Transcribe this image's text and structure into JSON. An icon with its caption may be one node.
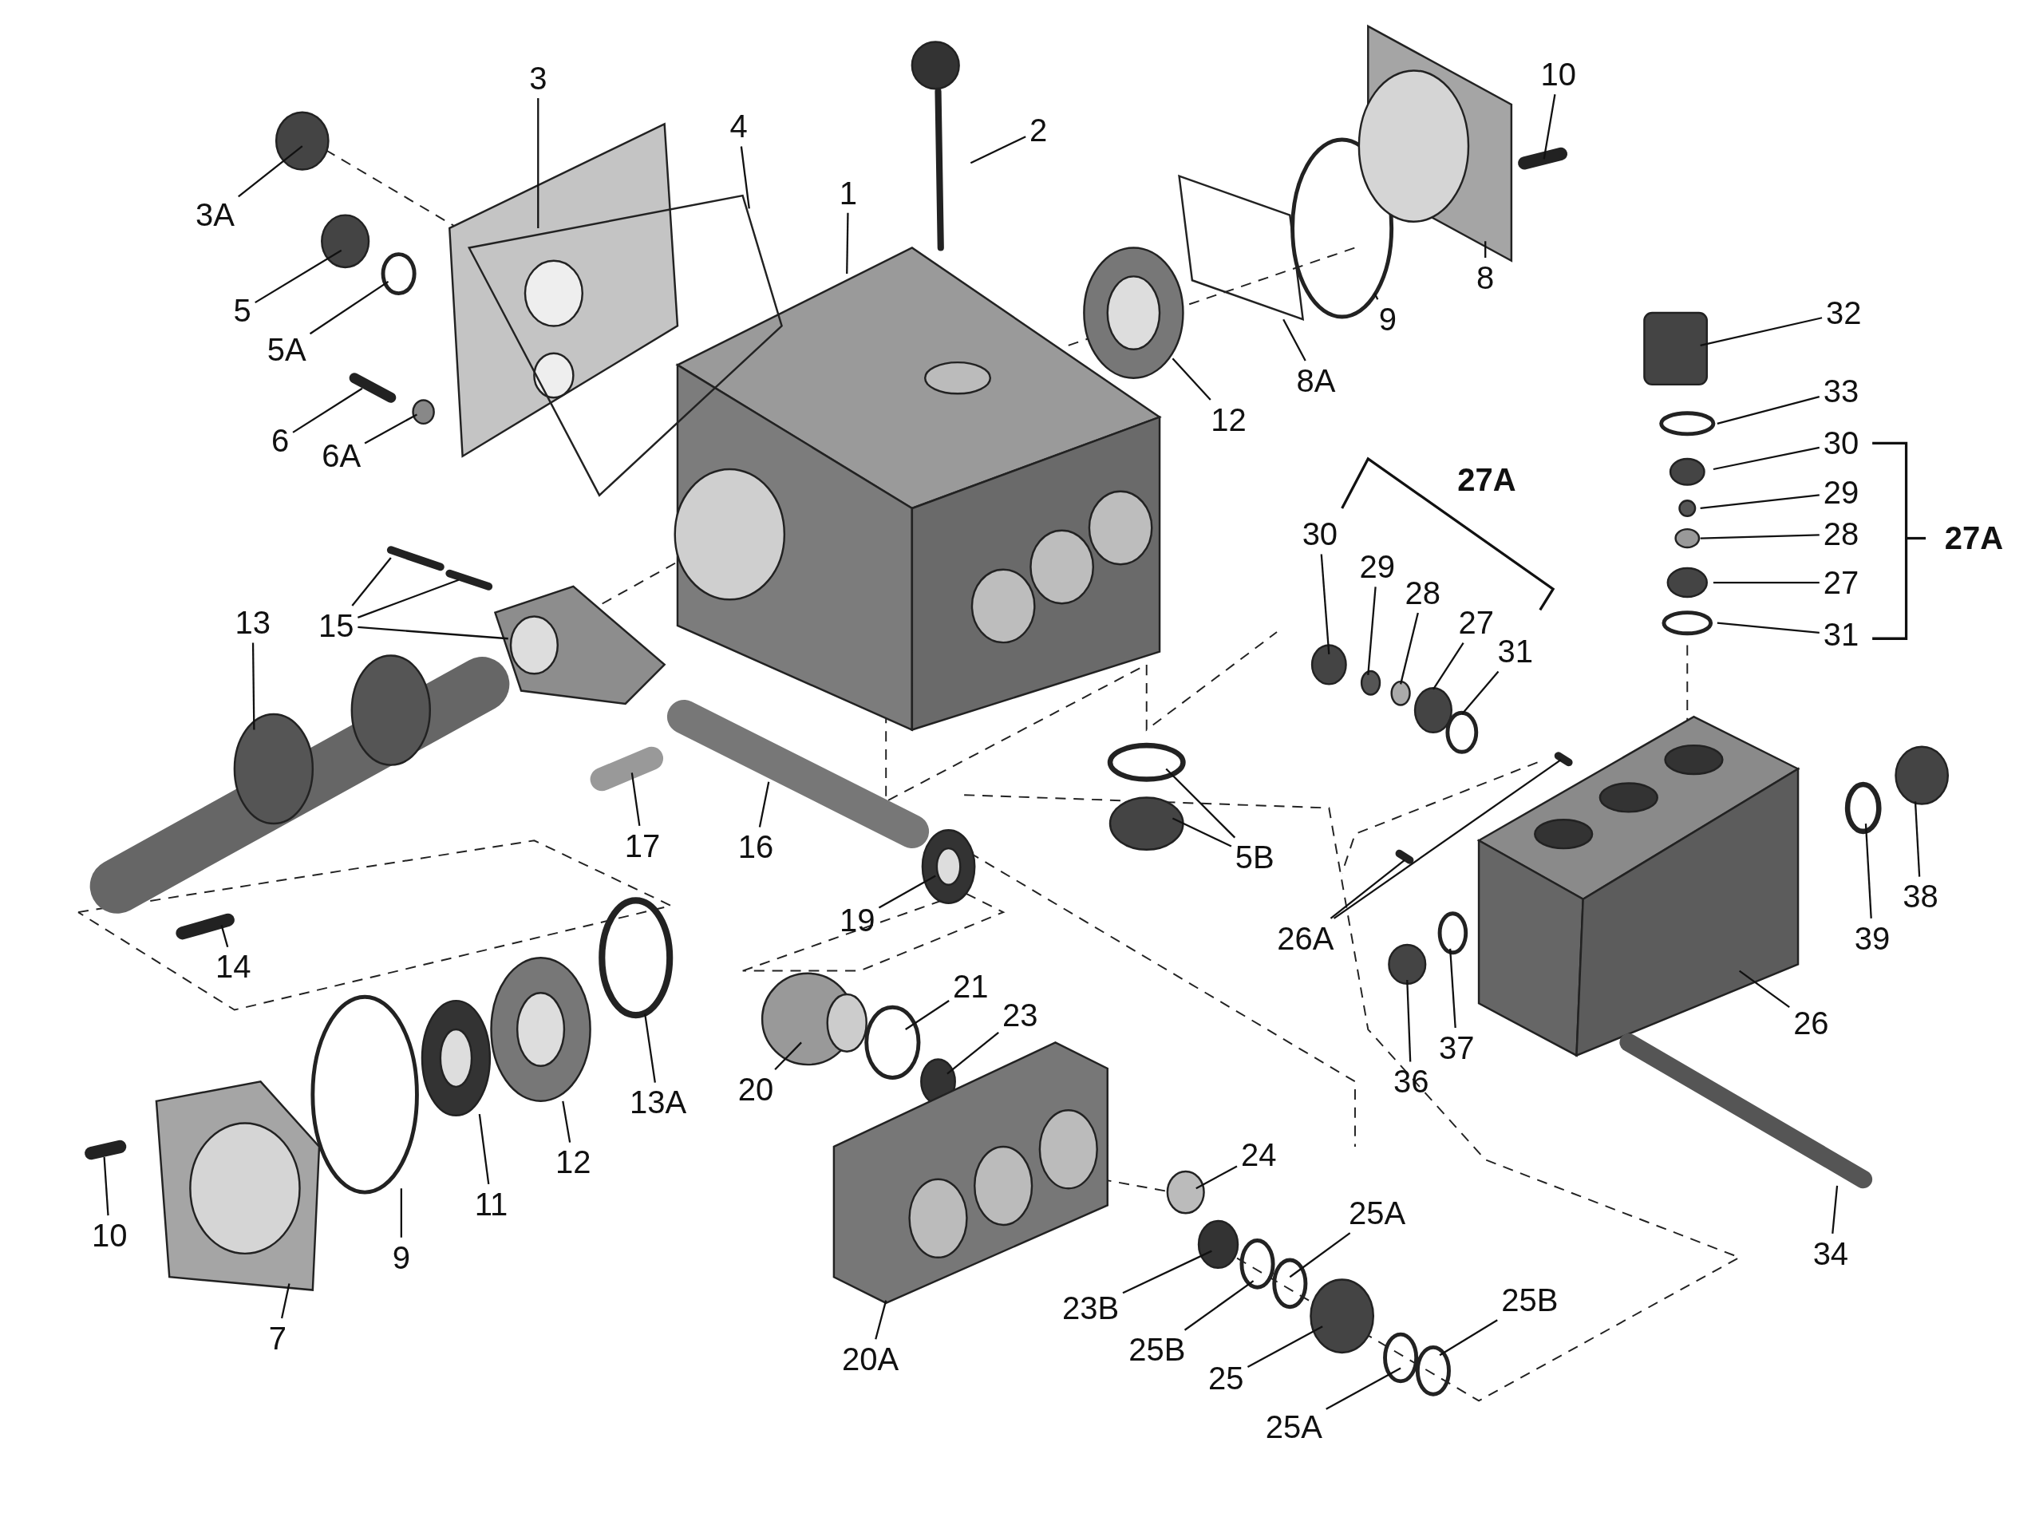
{
  "diagram": {
    "nodes": [
      {
        "text": [
          "3"
        ]
      },
      {
        "text": [
          "2"
        ]
      },
      {
        "text": [
          "10"
        ]
      },
      {
        "text": [
          "4"
        ]
      },
      {
        "text": [
          "1"
        ]
      },
      {
        "text": [
          "3A"
        ]
      },
      {
        "text": [
          "5"
        ]
      },
      {
        "text": [
          "5A"
        ]
      },
      {
        "text": [
          "8"
        ]
      },
      {
        "text": [
          "9"
        ]
      },
      {
        "text": [
          "8A"
        ]
      },
      {
        "text": [
          "12"
        ]
      },
      {
        "text": [
          "6"
        ]
      },
      {
        "text": [
          "6A"
        ]
      },
      {
        "text": [
          "32"
        ]
      },
      {
        "text": [
          "33"
        ]
      },
      {
        "text": [
          "30"
        ]
      },
      {
        "text": [
          "29"
        ]
      },
      {
        "text": [
          "28"
        ]
      },
      {
        "text": [
          "27"
        ]
      },
      {
        "text": [
          "31"
        ]
      },
      {
        "text": [
          "30"
        ]
      },
      {
        "text": [
          "29"
        ]
      },
      {
        "text": [
          "28"
        ]
      },
      {
        "text": [
          "27"
        ]
      },
      {
        "text": [
          "31"
        ]
      },
      {
        "text": [
          "13"
        ]
      },
      {
        "text": [
          "15"
        ]
      },
      {
        "text": [
          "17"
        ]
      },
      {
        "text": [
          "16"
        ]
      },
      {
        "text": [
          "5B"
        ]
      },
      {
        "text": [
          "38"
        ]
      },
      {
        "text": [
          "19"
        ]
      },
      {
        "text": [
          "26A"
        ]
      },
      {
        "text": [
          "39"
        ]
      },
      {
        "text": [
          "14"
        ]
      },
      {
        "text": [
          "21"
        ]
      },
      {
        "text": [
          "23"
        ]
      },
      {
        "text": [
          "26"
        ]
      },
      {
        "text": [
          "37"
        ]
      },
      {
        "text": [
          "20"
        ]
      },
      {
        "text": [
          "13A"
        ]
      },
      {
        "text": [
          "36"
        ]
      },
      {
        "text": [
          "12"
        ]
      },
      {
        "text": [
          "24"
        ]
      },
      {
        "text": [
          "11"
        ]
      },
      {
        "text": [
          "25A"
        ]
      },
      {
        "text": [
          "10"
        ]
      },
      {
        "text": [
          "9"
        ]
      },
      {
        "text": [
          "34"
        ]
      },
      {
        "text": [
          "25B"
        ]
      },
      {
        "text": [
          "23B"
        ]
      },
      {
        "text": [
          "7"
        ]
      },
      {
        "text": [
          "25B"
        ]
      },
      {
        "text": [
          "20A"
        ]
      },
      {
        "text": [
          "25"
        ]
      },
      {
        "text": [
          "25A"
        ]
      }
    ],
    "edges": [
      {
        "from": 0,
        "to": null,
        "arrow": "none"
      },
      {
        "from": 1,
        "to": null,
        "arrow": "none"
      },
      {
        "from": 2,
        "to": null,
        "arrow": "none"
      },
      {
        "from": 3,
        "to": null,
        "arrow": "none"
      },
      {
        "from": 4,
        "to": null,
        "arrow": "none"
      },
      {
        "from": 5,
        "to": null,
        "arrow": "none"
      },
      {
        "from": 6,
        "to": null,
        "arrow": "none"
      },
      {
        "from": 7,
        "to": null,
        "arrow": "none"
      },
      {
        "from": 8,
        "to": null,
        "arrow": "none"
      },
      {
        "from": 9,
        "to": null,
        "arrow": "none"
      },
      {
        "from": 10,
        "to": null,
        "arrow": "none"
      },
      {
        "from": 11,
        "to": null,
        "arrow": "none"
      },
      {
        "from": 12,
        "to": null,
        "arrow": "none"
      },
      {
        "from": 13,
        "to": null,
        "arrow": "none"
      },
      {
        "from": 14,
        "to": null,
        "arrow": "none"
      },
      {
        "from": 15,
        "to": null,
        "arrow": "none"
      },
      {
        "from": 16,
        "to": null,
        "arrow": "none"
      },
      {
        "from": 17,
        "to": null,
        "arrow": "none"
      },
      {
        "from": 18,
        "to": null,
        "arrow": "none"
      },
      {
        "from": 19,
        "to": null,
        "arrow": "none"
      },
      {
        "from": 20,
        "to": null,
        "arrow": "none"
      },
      {
        "from": 21,
        "to": null,
        "arrow": "none"
      },
      {
        "from": 22,
        "to": null,
        "arrow": "none"
      },
      {
        "from": 23,
        "to": null,
        "arrow": "none"
      },
      {
        "from": 24,
        "to": null,
        "arrow": "none"
      },
      {
        "from": 25,
        "to": null,
        "arrow": "none"
      },
      {
        "from": 26,
        "to": null,
        "arrow": "none"
      },
      {
        "from": 27,
        "to": null,
        "arrow": "none"
      },
      {
        "from": 27,
        "to": null,
        "arrow": "none"
      },
      {
        "from": 27,
        "to": null,
        "arrow": "none"
      },
      {
        "from": 28,
        "to": null,
        "arrow": "none"
      },
      {
        "from": 29,
        "to": null,
        "arrow": "none"
      },
      {
        "from": 30,
        "to": null,
        "arrow": "none"
      },
      {
        "from": 30,
        "to": null,
        "arrow": "none"
      },
      {
        "from": 31,
        "to": null,
        "arrow": "none"
      },
      {
        "from": 32,
        "to": null,
        "arrow": "none"
      },
      {
        "from": 33,
        "to": null,
        "arrow": "none"
      },
      {
        "from": 33,
        "to": null,
        "arrow": "none"
      },
      {
        "from": 34,
        "to": null,
        "arrow": "none"
      },
      {
        "from": 35,
        "to": null,
        "arrow": "none"
      },
      {
        "from": 36,
        "to": null,
        "arrow": "none"
      },
      {
        "from": 37,
        "to": null,
        "arrow": "none"
      },
      {
        "from": 38,
        "to": null,
        "arrow": "none"
      },
      {
        "from": 39,
        "to": null,
        "arrow": "none"
      },
      {
        "from": 40,
        "to": null,
        "arrow": "none"
      },
      {
        "from": 41,
        "to": null,
        "arrow": "none"
      },
      {
        "from": 42,
        "to": null,
        "arrow": "none"
      },
      {
        "from": 43,
        "to": null,
        "arrow": "none"
      },
      {
        "from": 44,
        "to": null,
        "arrow": "none"
      },
      {
        "from": 45,
        "to": null,
        "arrow": "none"
      },
      {
        "from": 46,
        "to": null,
        "arrow": "none"
      },
      {
        "from": 47,
        "to": null,
        "arrow": "none"
      },
      {
        "from": 48,
        "to": null,
        "arrow": "none"
      },
      {
        "from": 49,
        "to": null,
        "arrow": "none"
      },
      {
        "from": 50,
        "to": null,
        "arrow": "none"
      },
      {
        "from": 51,
        "to": null,
        "arrow": "none"
      },
      {
        "from": 52,
        "to": null,
        "arrow": "none"
      },
      {
        "from": 53,
        "to": null,
        "arrow": "none"
      },
      {
        "from": 54,
        "to": null,
        "arrow": "none"
      },
      {
        "from": 55,
        "to": null,
        "arrow": "none"
      },
      {
        "from": 56,
        "to": null,
        "arrow": "none"
      }
    ],
    "labels": [
      "27A",
      "27A"
    ]
  }
}
